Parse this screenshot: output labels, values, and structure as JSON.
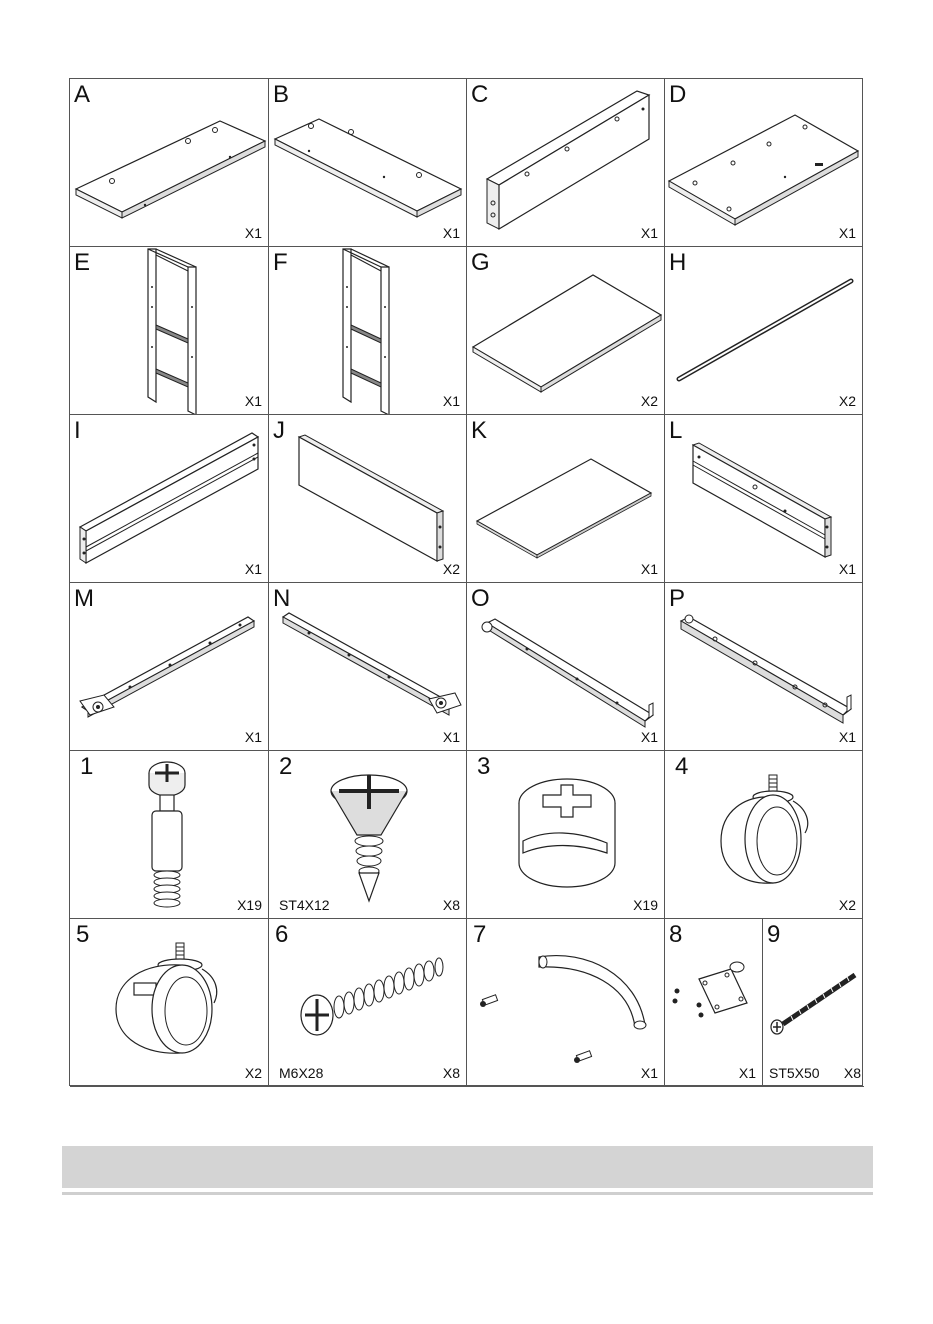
{
  "row1": {
    "A": {
      "id": "A",
      "qty": "X1"
    },
    "B": {
      "id": "B",
      "qty": "X1"
    },
    "C": {
      "id": "C",
      "qty": "X1"
    },
    "D": {
      "id": "D",
      "qty": "X1"
    }
  },
  "row2": {
    "E": {
      "id": "E",
      "qty": "X1"
    },
    "F": {
      "id": "F",
      "qty": "X1"
    },
    "G": {
      "id": "G",
      "qty": "X2"
    },
    "H": {
      "id": "H",
      "qty": "X2"
    }
  },
  "row3": {
    "I": {
      "id": "I",
      "qty": "X1"
    },
    "J": {
      "id": "J",
      "qty": "X2"
    },
    "K": {
      "id": "K",
      "qty": "X1"
    },
    "L": {
      "id": "L",
      "qty": "X1"
    }
  },
  "row4": {
    "M": {
      "id": "M",
      "qty": "X1"
    },
    "N": {
      "id": "N",
      "qty": "X1"
    },
    "O": {
      "id": "O",
      "qty": "X1"
    },
    "P": {
      "id": "P",
      "qty": "X1"
    }
  },
  "row5": {
    "p1": {
      "id": "1",
      "qty": "X19"
    },
    "p2": {
      "id": "2",
      "code": "ST4X12",
      "qty": "X8"
    },
    "p3": {
      "id": "3",
      "qty": "X19"
    },
    "p4": {
      "id": "4",
      "qty": "X2"
    }
  },
  "row6": {
    "p5": {
      "id": "5",
      "qty": "X2"
    },
    "p6": {
      "id": "6",
      "code": "M6X28",
      "qty": "X8"
    },
    "p7": {
      "id": "7",
      "qty": "X1"
    },
    "p8": {
      "id": "8",
      "qty": "X1"
    },
    "p9": {
      "id": "9",
      "code": "ST5X50",
      "qty": "X8"
    }
  }
}
